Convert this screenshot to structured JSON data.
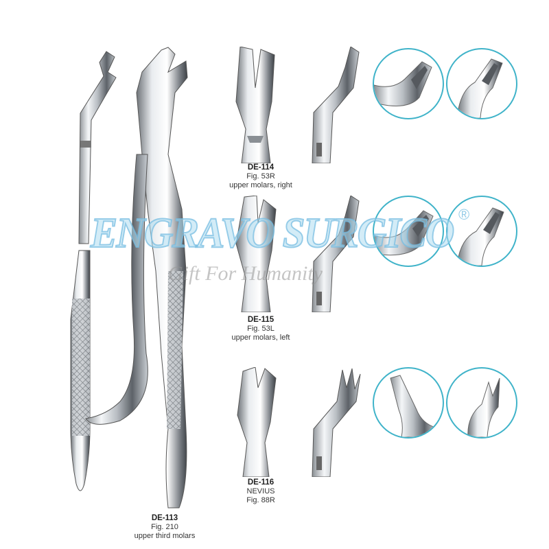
{
  "catalog": {
    "accent_color": "#3fb3c9",
    "watermark": {
      "brand": "ENGRAVO SURGICO",
      "tagline": "Gift For Humanity",
      "registered_mark": "®"
    },
    "products": [
      {
        "code": "DE-113",
        "lines": [
          "Fig. 210",
          "upper third molars"
        ],
        "icon": "dental-forceps-full-view"
      },
      {
        "code": "DE-114",
        "lines": [
          "Fig. 53R",
          "upper molars, right"
        ],
        "icon": "dental-forceps-beak-detail"
      },
      {
        "code": "DE-115",
        "lines": [
          "Fig. 53L",
          "upper molars, left"
        ],
        "icon": "dental-forceps-beak-detail"
      },
      {
        "code": "DE-116",
        "lines": [
          "NEVIUS",
          "Fig. 88R"
        ],
        "icon": "dental-forceps-beak-detail"
      }
    ]
  }
}
